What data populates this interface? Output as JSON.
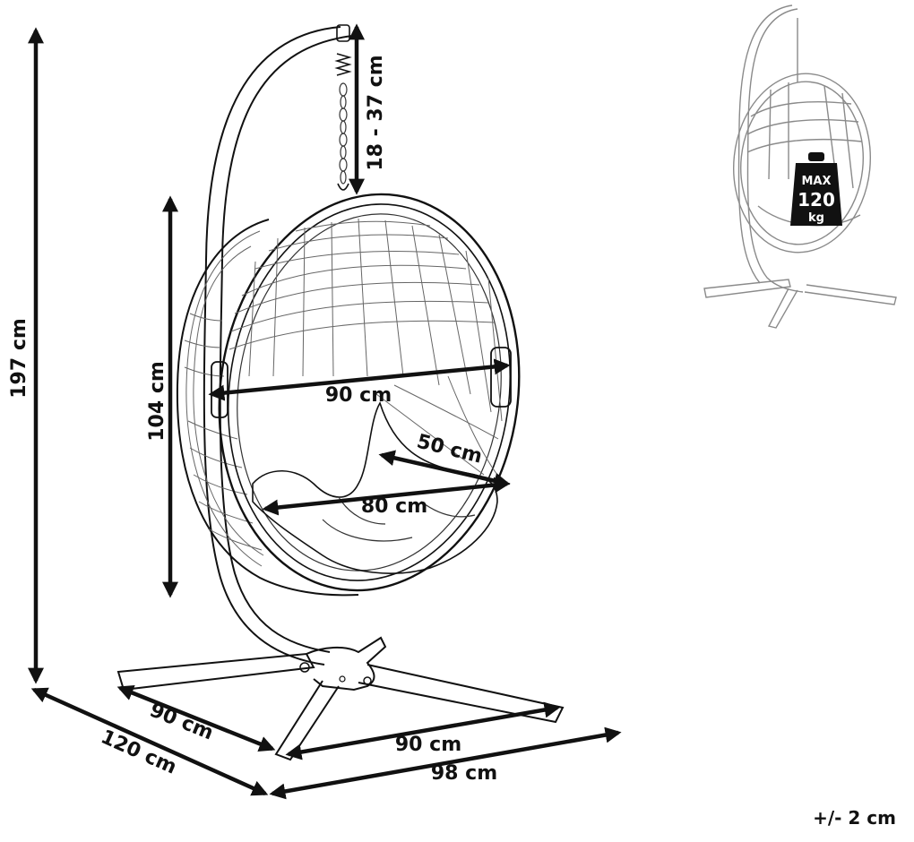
{
  "dimensions": {
    "total_height": "197 cm",
    "chain_range": "18 - 37 cm",
    "basket_height": "104 cm",
    "basket_width": "90 cm",
    "seat_depth": "50 cm",
    "seat_width": "80 cm",
    "base_leg_left": "90 cm",
    "base_leg_right": "90 cm",
    "base_depth": "120 cm",
    "base_width": "98 cm"
  },
  "badge": {
    "line1": "MAX",
    "line2": "120",
    "line3": "kg"
  },
  "tolerance": "+/- 2 cm"
}
